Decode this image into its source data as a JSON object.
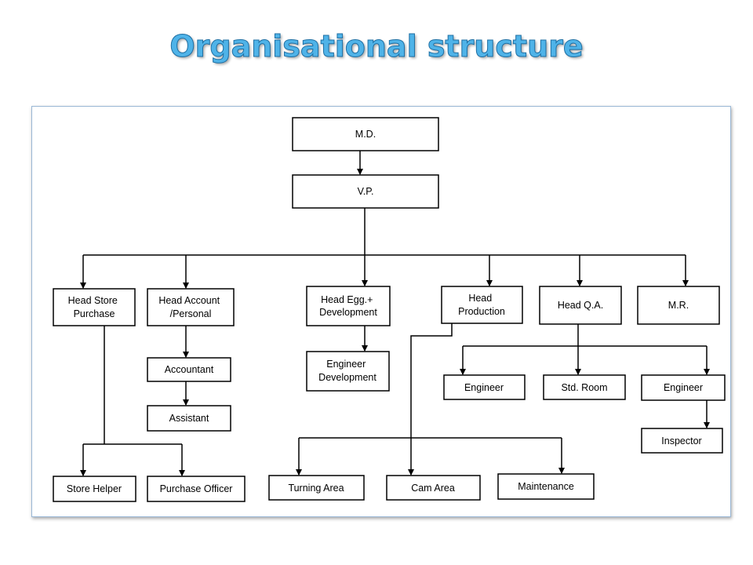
{
  "title": "Organisational structure",
  "colors": {
    "title": "#4fb3e8",
    "title_outline": "#1f6fa3",
    "frame_border": "#9ab8d6",
    "box_stroke": "#000000"
  },
  "nodes": {
    "md": [
      "M.D."
    ],
    "vp": [
      "V.P."
    ],
    "head_store": [
      "Head Store",
      "Purchase"
    ],
    "head_account": [
      "Head Account",
      "/Personal"
    ],
    "head_egg": [
      "Head Egg.+",
      "Development"
    ],
    "head_production": [
      "Head",
      "Production"
    ],
    "head_qa": [
      "Head Q.A."
    ],
    "mr": [
      "M.R."
    ],
    "accountant": [
      "Accountant"
    ],
    "assistant": [
      "Assistant"
    ],
    "engineer_dev": [
      "Engineer",
      "Development"
    ],
    "engineer_1": [
      "Engineer"
    ],
    "std_room": [
      "Std. Room"
    ],
    "engineer_2": [
      "Engineer"
    ],
    "inspector": [
      "Inspector"
    ],
    "store_helper": [
      "Store Helper"
    ],
    "purchase_officer": [
      "Purchase Officer"
    ],
    "turning_area": [
      "Turning Area"
    ],
    "cam_area": [
      "Cam Area"
    ],
    "maintenance": [
      "Maintenance"
    ]
  }
}
